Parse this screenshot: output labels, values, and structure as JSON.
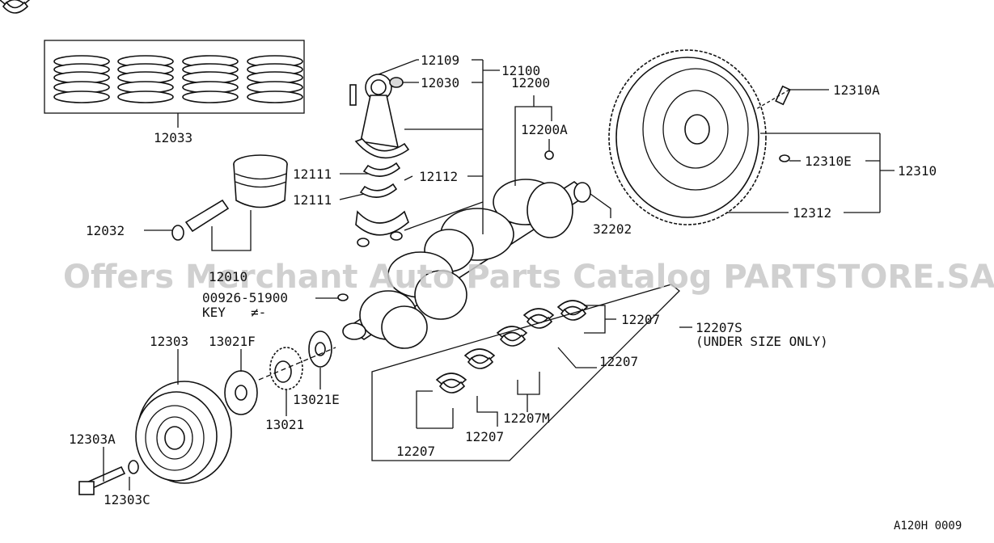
{
  "labels": {
    "p12109": "12109",
    "p12100": "12100",
    "p12030": "12030",
    "p12200": "12200",
    "p12310A": "12310A",
    "p12033": "12033",
    "p12200A": "12200A",
    "p12111a": "12111",
    "p12111b": "12111",
    "p12112": "12112",
    "p12310E": "12310E",
    "p12310": "12310",
    "p12032": "12032",
    "p32202": "32202",
    "p12312": "12312",
    "p12010": "12010",
    "p00926": "00926-51900",
    "key": "KEY",
    "p12207a": "12207",
    "p12207S": "12207S",
    "underSize": "(UNDER SIZE ONLY)",
    "p12303": "12303",
    "p13021F": "13021F",
    "p12207b": "12207",
    "p13021E": "13021E",
    "p12207M": "12207M",
    "p13021": "13021",
    "p12303A": "12303A",
    "p12207c": "12207",
    "p12207d": "12207",
    "p12303C": "12303C",
    "code": "A120H 0009"
  },
  "watermark": "Offers Merchant Auto Parts Catalog PARTSTORE.SA"
}
